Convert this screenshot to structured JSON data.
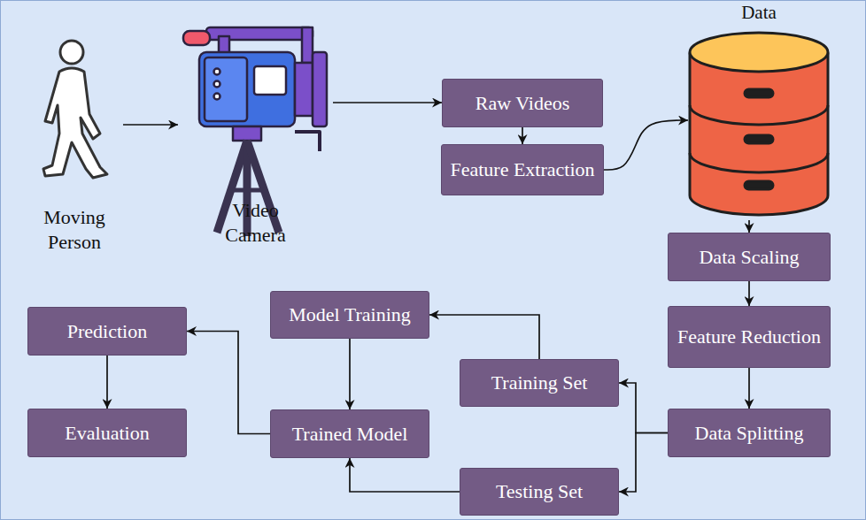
{
  "diagram": {
    "nodes": [
      {
        "text": [
          "Moving Person"
        ]
      },
      {
        "text": [
          "Video Camera"
        ]
      },
      {
        "text": [
          "Raw Videos"
        ]
      },
      {
        "text": [
          "Feature Extraction"
        ]
      },
      {
        "text": [
          "Data"
        ]
      },
      {
        "text": [
          "Data Scaling"
        ]
      },
      {
        "text": [
          "Feature Reduction"
        ]
      },
      {
        "text": [
          "Data Splitting"
        ]
      },
      {
        "text": [
          "Model Training"
        ]
      },
      {
        "text": [
          "Training Set"
        ]
      },
      {
        "text": [
          "Prediction"
        ]
      },
      {
        "text": [
          "Trained Model"
        ]
      },
      {
        "text": [
          "Evaluation"
        ]
      },
      {
        "text": [
          "Testing Set"
        ]
      }
    ],
    "edges": [
      {
        "from": 0,
        "to": 1,
        "arrow": "to"
      },
      {
        "from": 1,
        "to": 2,
        "arrow": "to"
      },
      {
        "from": 2,
        "to": 3,
        "arrow": "to"
      },
      {
        "from": 3,
        "to": 4,
        "arrow": "to"
      },
      {
        "from": 4,
        "to": 5,
        "arrow": "to"
      },
      {
        "from": 5,
        "to": 6,
        "arrow": "to"
      },
      {
        "from": 6,
        "to": 7,
        "arrow": "to"
      },
      {
        "from": 7,
        "to": 9,
        "arrow": "to"
      },
      {
        "from": 7,
        "to": 13,
        "arrow": "to"
      },
      {
        "from": 9,
        "to": 8,
        "arrow": "to"
      },
      {
        "from": 8,
        "to": 11,
        "arrow": "to"
      },
      {
        "from": 13,
        "to": 11,
        "arrow": "to"
      },
      {
        "from": 11,
        "to": 10,
        "arrow": "to"
      },
      {
        "from": 10,
        "to": 12,
        "arrow": "to"
      }
    ]
  }
}
